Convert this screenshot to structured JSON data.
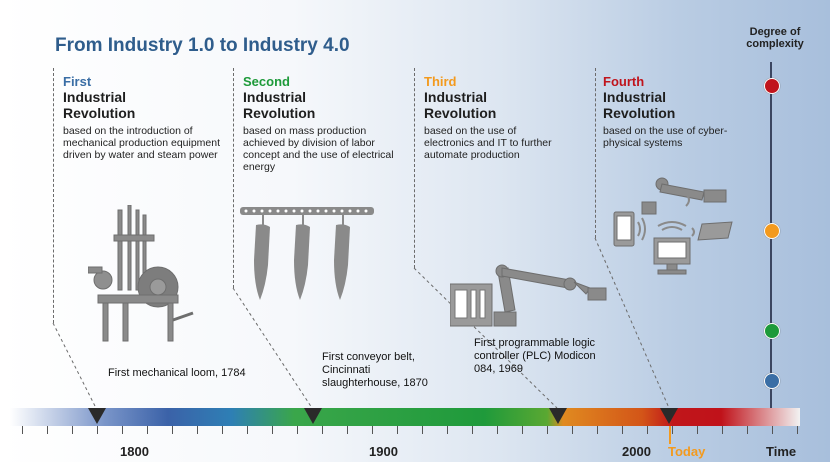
{
  "title": "From Industry 1.0 to Industry 4.0",
  "complexity_label": "Degree of complexity",
  "revolutions": [
    {
      "number": "First",
      "line1": "Industrial",
      "line2": "Revolution",
      "color": "#3a6ea5",
      "description": "based on the introduction of mechanical production equipment driven by water and steam power"
    },
    {
      "number": "Second",
      "line1": "Industrial",
      "line2": "Revolution",
      "color": "#1e9a3a",
      "description": "based on mass production achieved by division of labor concept and the use of electrical energy"
    },
    {
      "number": "Third",
      "line1": "Industrial",
      "line2": "Revolution",
      "color": "#f39a1e",
      "description": "based on the use of electronics and IT to further automate production"
    },
    {
      "number": "Fourth",
      "line1": "Industrial",
      "line2": "Revolution",
      "color": "#c0141c",
      "description": "based on the use of cyber-physical systems"
    }
  ],
  "events": [
    {
      "text": "First mechanical loom, 1784",
      "year": 1784
    },
    {
      "text": "First conveyor belt, Cincinnati slaughterhouse, 1870",
      "year": 1870
    },
    {
      "text": "First programmable logic controller (PLC) Modicon 084, 1969",
      "year": 1969
    },
    {
      "text": "",
      "year": 2011
    }
  ],
  "complexity_levels": [
    {
      "color": "#c0141c"
    },
    {
      "color": "#f39a1e"
    },
    {
      "color": "#1e9a3a"
    },
    {
      "color": "#3a6ea5"
    }
  ],
  "timeline": {
    "year_labels": [
      "1800",
      "1900",
      "2000"
    ],
    "today_label": "Today",
    "today_color": "#f39a1e",
    "axis_label": "Time"
  },
  "icons": [
    "mechanical-loom-icon",
    "conveyor-belt-icon",
    "robot-arm-plc-icon",
    "cyber-physical-devices-icon"
  ]
}
